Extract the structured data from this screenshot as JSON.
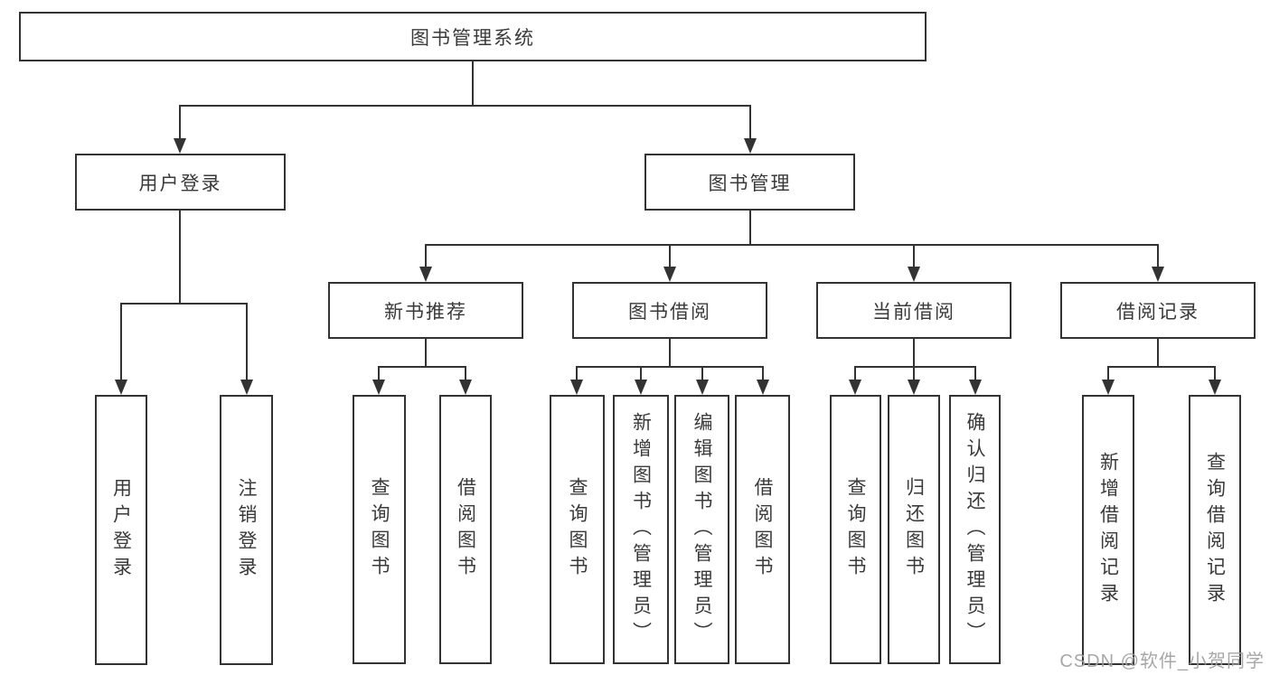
{
  "diagram_title": "图书管理系统",
  "tree": {
    "label": "图书管理系统",
    "children": [
      {
        "label": "用户登录",
        "children": [
          {
            "label": "用户登录"
          },
          {
            "label": "注销登录"
          }
        ]
      },
      {
        "label": "图书管理",
        "children": [
          {
            "label": "新书推荐",
            "children": [
              {
                "label": "查询图书"
              },
              {
                "label": "借阅图书"
              }
            ]
          },
          {
            "label": "图书借阅",
            "children": [
              {
                "label": "查询图书"
              },
              {
                "label": "新增图书（管理员）"
              },
              {
                "label": "编辑图书（管理员）"
              },
              {
                "label": "借阅图书"
              }
            ]
          },
          {
            "label": "当前借阅",
            "children": [
              {
                "label": "查询图书"
              },
              {
                "label": "归还图书"
              },
              {
                "label": "确认归还（管理员）"
              }
            ]
          },
          {
            "label": "借阅记录",
            "children": [
              {
                "label": "新增借阅记录"
              },
              {
                "label": "查询借阅记录"
              }
            ]
          }
        ]
      }
    ]
  },
  "watermark": "CSDN @软件_小贺同学",
  "colors": {
    "line": "#333333",
    "text": "#3a3a3a",
    "watermark": "#a0a0a0",
    "background": "#ffffff"
  }
}
